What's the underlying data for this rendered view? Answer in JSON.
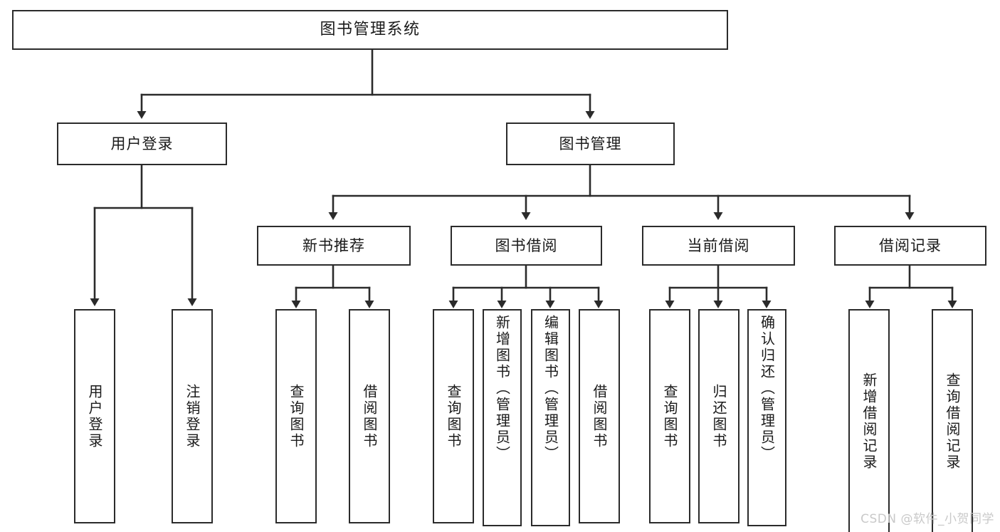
{
  "diagram": {
    "title": "图书管理系统",
    "type": "tree-hierarchy",
    "root": {
      "label": "图书管理系统"
    },
    "level2": [
      {
        "label": "用户登录"
      },
      {
        "label": "图书管理"
      }
    ],
    "level3": [
      {
        "label": "新书推荐"
      },
      {
        "label": "图书借阅"
      },
      {
        "label": "当前借阅"
      },
      {
        "label": "借阅记录"
      }
    ],
    "leaves": {
      "user_login": [
        {
          "label": "用户登录"
        },
        {
          "label": "注销登录"
        }
      ],
      "new_book_recommend": [
        {
          "label": "查询图书"
        },
        {
          "label": "借阅图书"
        }
      ],
      "book_borrow": [
        {
          "label": "查询图书"
        },
        {
          "label": "新增图书（管理员）"
        },
        {
          "label": "编辑图书（管理员）"
        },
        {
          "label": "借阅图书"
        }
      ],
      "current_borrow": [
        {
          "label": "查询图书"
        },
        {
          "label": "归还图书"
        },
        {
          "label": "确认归还（管理员）"
        }
      ],
      "borrow_record": [
        {
          "label": "新增借阅记录"
        },
        {
          "label": "查询借阅记录"
        }
      ]
    },
    "watermark": "CSDN @软件_小贺同学",
    "colors": {
      "stroke": "#2b2b2b",
      "fill": "#ffffff",
      "text": "#1a1a1a",
      "watermark": "#c9c9c9",
      "background": "#ffffff"
    }
  }
}
